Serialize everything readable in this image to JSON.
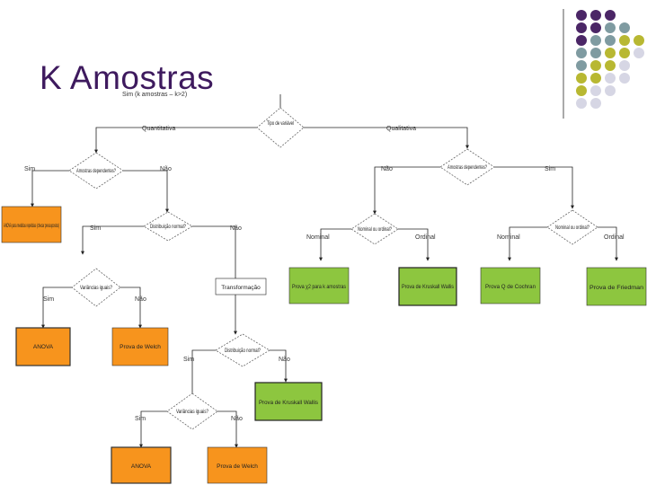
{
  "title": "K Amostras",
  "colors": {
    "purple": "#4b2666",
    "teal": "#7f9ba1",
    "olive": "#b8b832",
    "lavender": "#d6d6e4",
    "orange": "#f7941d",
    "green": "#8dc63f",
    "title": "#3e1a5e"
  },
  "top_label": "Sim (k amostras – k>2)",
  "nodes": {
    "tipo_variavel": "Tipo de variável",
    "amostras_dep_left": "Amostras dependentes?",
    "amostras_dep_right": "Amostras dependentes?",
    "dist_normal_1": "Distribuição normal?",
    "nominal_ordinal_1": "Nominal ou ordinal?",
    "nominal_ordinal_2": "Nominal ou ordinal?",
    "variancias_1": "Variâncias iguais?",
    "transformacao": "Transformação",
    "dist_normal_2": "Distribuição normal?",
    "variancias_2": "Variâncias iguais?",
    "anova_medidas": "ANOVA para medidas repetidas (checar pressupostos)",
    "anova_1": "ANOVA",
    "welch_1": "Prova de Welch",
    "anova_2": "ANOVA",
    "welch_2": "Prova de Welch",
    "qui_quadrado": "Prova χ2 para k amostras",
    "kruskal_1": "Prova de Kruskall Wallis",
    "cochran": "Prova Q de Cochran",
    "friedman": "Prova de Friedman",
    "kruskal_2": "Prova de Kruskall Wallis"
  },
  "edge_labels": {
    "quantitativa": "Quantitativa",
    "qualitativa": "Qualitativa",
    "sim_left": "Sim",
    "nao_left": "Não",
    "nao_right": "Não",
    "sim_right": "Sim",
    "sim_dist1": "Sim",
    "nao_dist1": "Não",
    "nominal_1": "Nominal",
    "ordinal_1": "Ordinal",
    "nominal_2": "Nominal",
    "ordinal_2": "Ordinal",
    "sim_var1": "Sim",
    "nao_var1": "Não",
    "sim_dist2": "Sim",
    "nao_dist2": "Não",
    "sim_var2": "Sim",
    "nao_var2": "Não"
  }
}
